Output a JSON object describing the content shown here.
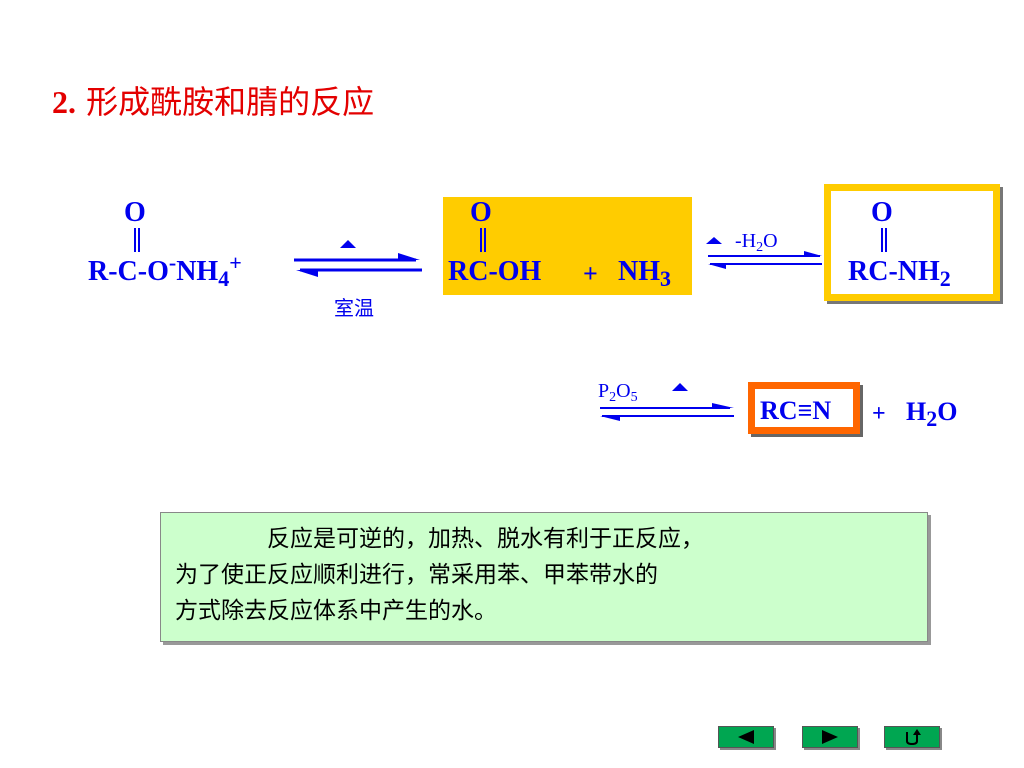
{
  "title": {
    "number": "2.",
    "text": "形成酰胺和腈的反应"
  },
  "reaction1": {
    "salt_o": "O",
    "salt_main": "R-C-O",
    "salt_minus": "-",
    "salt_nh": "NH",
    "salt_sub": "4",
    "salt_plus": "+",
    "arrow_label": "室温",
    "acid_o": "O",
    "acid_main": "RC-OH",
    "plus": "+",
    "nh3_main": "NH",
    "nh3_sub": "3",
    "dehydrate_prefix": "-H",
    "dehydrate_sub": "2",
    "dehydrate_suffix": "O",
    "amide_o": "O",
    "amide_main": "RC-NH",
    "amide_sub": "2"
  },
  "reaction2": {
    "reagent_p": "P",
    "reagent_sub1": "2",
    "reagent_o": "O",
    "reagent_sub2": "5",
    "nitrile": "RC≡N",
    "plus": "+",
    "water_h": "H",
    "water_sub": "2",
    "water_o": "O"
  },
  "note": {
    "line1": "反应是可逆的，加热、脱水有利于正反应，",
    "line2": "为了使正反应顺利进行，常采用苯、甲苯带水的",
    "line3": "方式除去反应体系中产生的水。"
  },
  "nav": {
    "buttons": [
      {
        "name": "prev",
        "icon": "triangle-left-icon"
      },
      {
        "name": "next",
        "icon": "triangle-right-icon"
      },
      {
        "name": "return",
        "icon": "return-arrow-icon"
      }
    ]
  },
  "colors": {
    "title": "#e30000",
    "chem": "#0000ee",
    "highlight": "#ffcc00",
    "nitrile_frame": "#ff6600",
    "note_bg": "#ccffcc",
    "nav_button": "#00a651"
  }
}
